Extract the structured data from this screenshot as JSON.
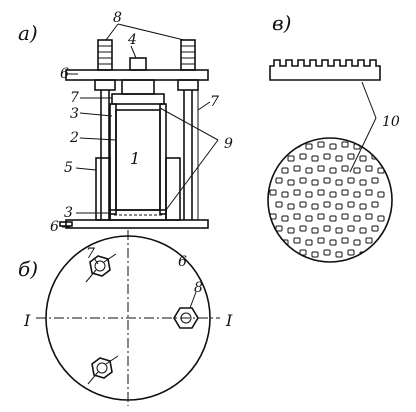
{
  "panels": {
    "a": "a)",
    "b": "б)",
    "c": "в)"
  },
  "labels": {
    "n1": "1",
    "n2": "2",
    "n3": "3",
    "n4": "4",
    "n5": "5",
    "n6a": "6",
    "n6b": "6",
    "n6c": "6",
    "n7a": "7",
    "n7b": "7",
    "n7c": "7",
    "n8a": "8",
    "n8b": "8",
    "n9": "9",
    "n3b": "3",
    "n10": "10",
    "sec_left": "I",
    "sec_right": "I"
  }
}
